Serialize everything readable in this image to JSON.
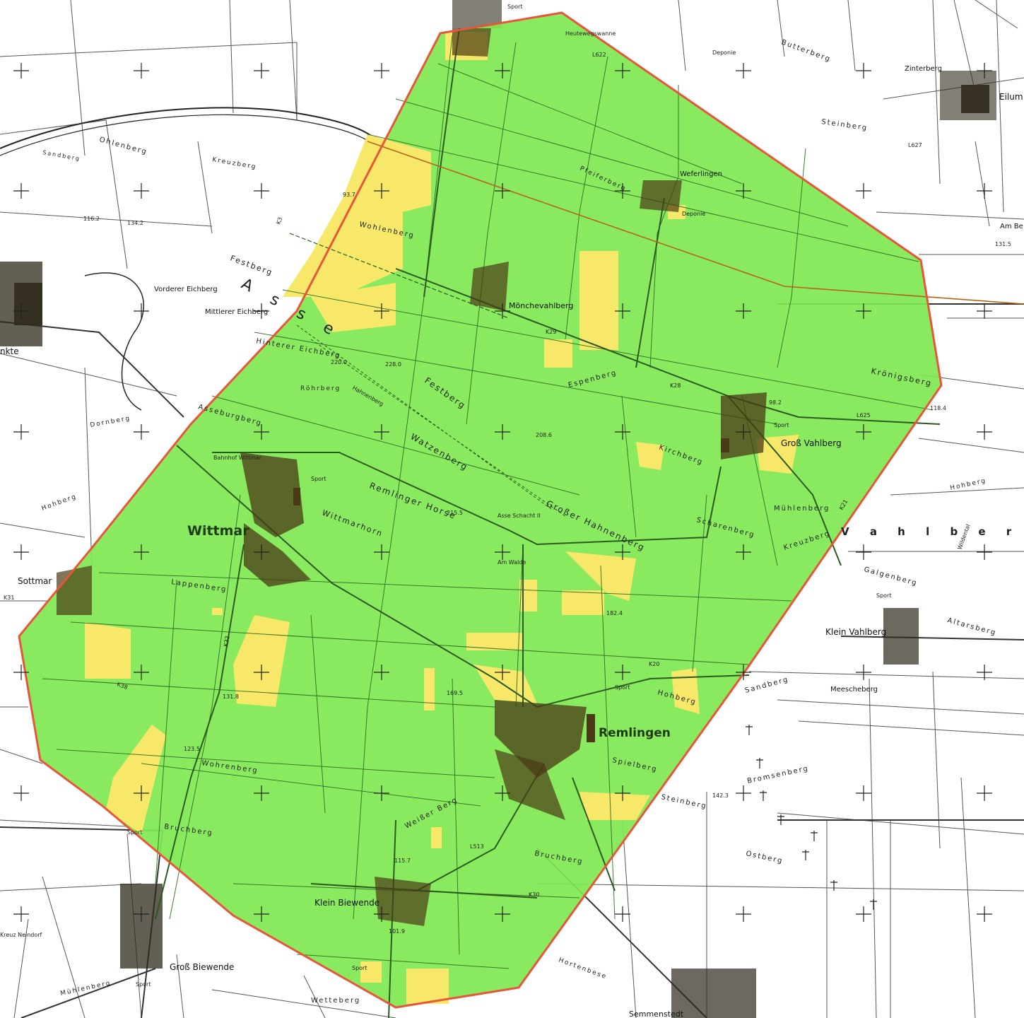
{
  "colors": {
    "area_fill": "#7fe852",
    "area_stroke": "#e8563a",
    "farmland": "#f7e86a",
    "settlement": "#2f2a1c",
    "paper": "#ffffff",
    "line": "#3a3a3a"
  },
  "places": {
    "wittmar": "Wittmar",
    "remlingen": "Remlingen",
    "gross_vahlberg": "Groß Vahlberg",
    "klein_vahlberg": "Klein Vahlberg",
    "klein_biewende": "Klein Biewende",
    "gross_biewende": "Groß Biewende",
    "sottmar": "Sottmar",
    "moenchevahlberg": "Mönchevahlberg",
    "weferlingen": "Weferlingen",
    "eilum": "Eilum",
    "semmenstedt": "Semmenstedt",
    "kte": "nkte"
  },
  "hills": {
    "asse": "A s s e",
    "vahlberg": "V a h l b e r g",
    "festberg": "Festberg",
    "festberg2": "Festberg",
    "watzenberg": "Watzenberg",
    "remlinger_horse": "Remlinger Horse",
    "grosser_hahnenberg": "Großer Hahnenberg",
    "wittmarhorn": "Wittmarhorn",
    "lappenberg": "Lappenberg",
    "asseburgberg": "Asseburgberg",
    "hinterer_eichberg": "Hinterer Eichberg",
    "mittlerer_eichberg": "Mittlerer Eichberg",
    "vorderer_eichberg": "Vorderer Eichberg",
    "roehrberg": "Röhrberg",
    "kirchberg": "Kirchberg",
    "espenberg": "Espenberg",
    "koenigsberg": "Krönigsberg",
    "muehlenberg": "Mühlenberg",
    "scharenberg": "Scharenberg",
    "kreuzberg": "Kreuzberg",
    "galgenberg": "Galgenberg",
    "hohberg": "Hohberg",
    "hohberg_west": "Hohberg",
    "sandberg": "Sandberg",
    "meescheberg": "Meescheberg",
    "steinberg": "Steinberg",
    "steinberg_ne": "Steinberg",
    "bromsenberg": "Bromsenberg",
    "ostberg": "Ostberg",
    "spielberg": "Spielberg",
    "bruchberg": "Bruchberg",
    "bruchberg_w": "Bruchberg",
    "weisser_berg": "Weißer Berg",
    "wohrenberg": "Wohrenberg",
    "wohlenberg": "Wohlenberg",
    "pfeiferberg": "Pfeiferberg",
    "butterberg": "Butterberg",
    "zinterberg": "Zinterberg",
    "ohlenberg": "Ohlenberg",
    "sandberg_nw": "Sandberg",
    "kreuzberg_nw": "Kreuzberg",
    "dornberg": "Dornberg",
    "altarsberg": "Altarsberg",
    "muehlenberg_sw": "Mühlenberg",
    "wetteberg": "Wetteberg",
    "heutewegswanne": "Heutewegswanne",
    "am_berg": "Am Be",
    "hahnenberg": "Hahnenberg",
    "wildental": "Wildental",
    "hohberg_sw": "Hohberg",
    "hortenbese": "Hortenbese"
  },
  "small_labels": {
    "bahnhof": "Bahnhof Wittmar",
    "sport": "Sport",
    "deponie": "Deponie",
    "schacht": "Asse Schacht II",
    "am_walde": "Am Walde",
    "kreuz": "Kreuz Neindorf"
  },
  "roads": [
    "K38",
    "K32",
    "L513",
    "K30",
    "K20",
    "L625",
    "K31",
    "K28",
    "L622",
    "K29",
    "L627",
    "K21",
    "K3"
  ],
  "elevations": [
    "93.7",
    "134.2",
    "220.0",
    "228.0",
    "208.6",
    "215.5",
    "182.4",
    "169.5",
    "131.8",
    "115.7",
    "116.2",
    "101.9",
    "98.2",
    "123.5",
    "142.3",
    "131.5",
    "118.4"
  ]
}
